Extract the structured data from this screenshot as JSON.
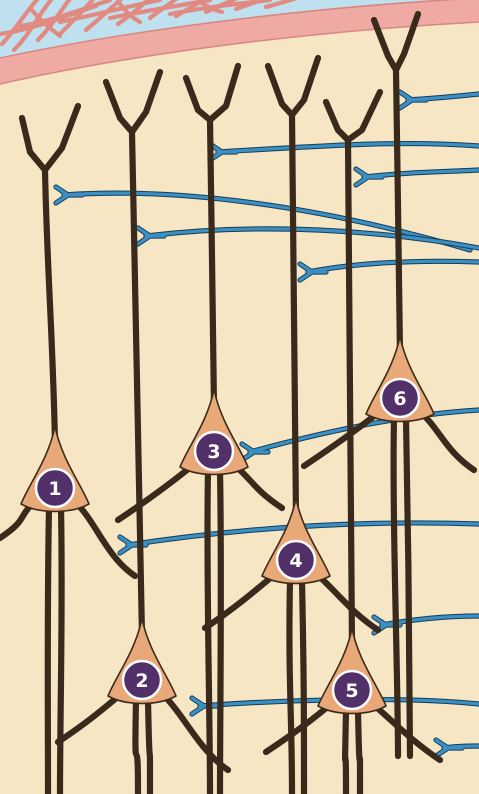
{
  "colors": {
    "background": "#f6e6c4",
    "pia_band": "#efaaa4",
    "pia_edge": "#d98580",
    "vessel_area": "#bfe0ee",
    "vessel": "#e08a82",
    "neuron_fill": "#e9a878",
    "neuron_outline": "#3a2a1c",
    "axon": "#3b8fc2",
    "badge": "#52306a"
  },
  "icons": {
    "neuron": "pyramidal-neuron-icon",
    "axon": "axon-fiber-icon"
  },
  "neurons": [
    {
      "label": "1"
    },
    {
      "label": "2"
    },
    {
      "label": "3"
    },
    {
      "label": "4"
    },
    {
      "label": "5"
    },
    {
      "label": "6"
    }
  ]
}
